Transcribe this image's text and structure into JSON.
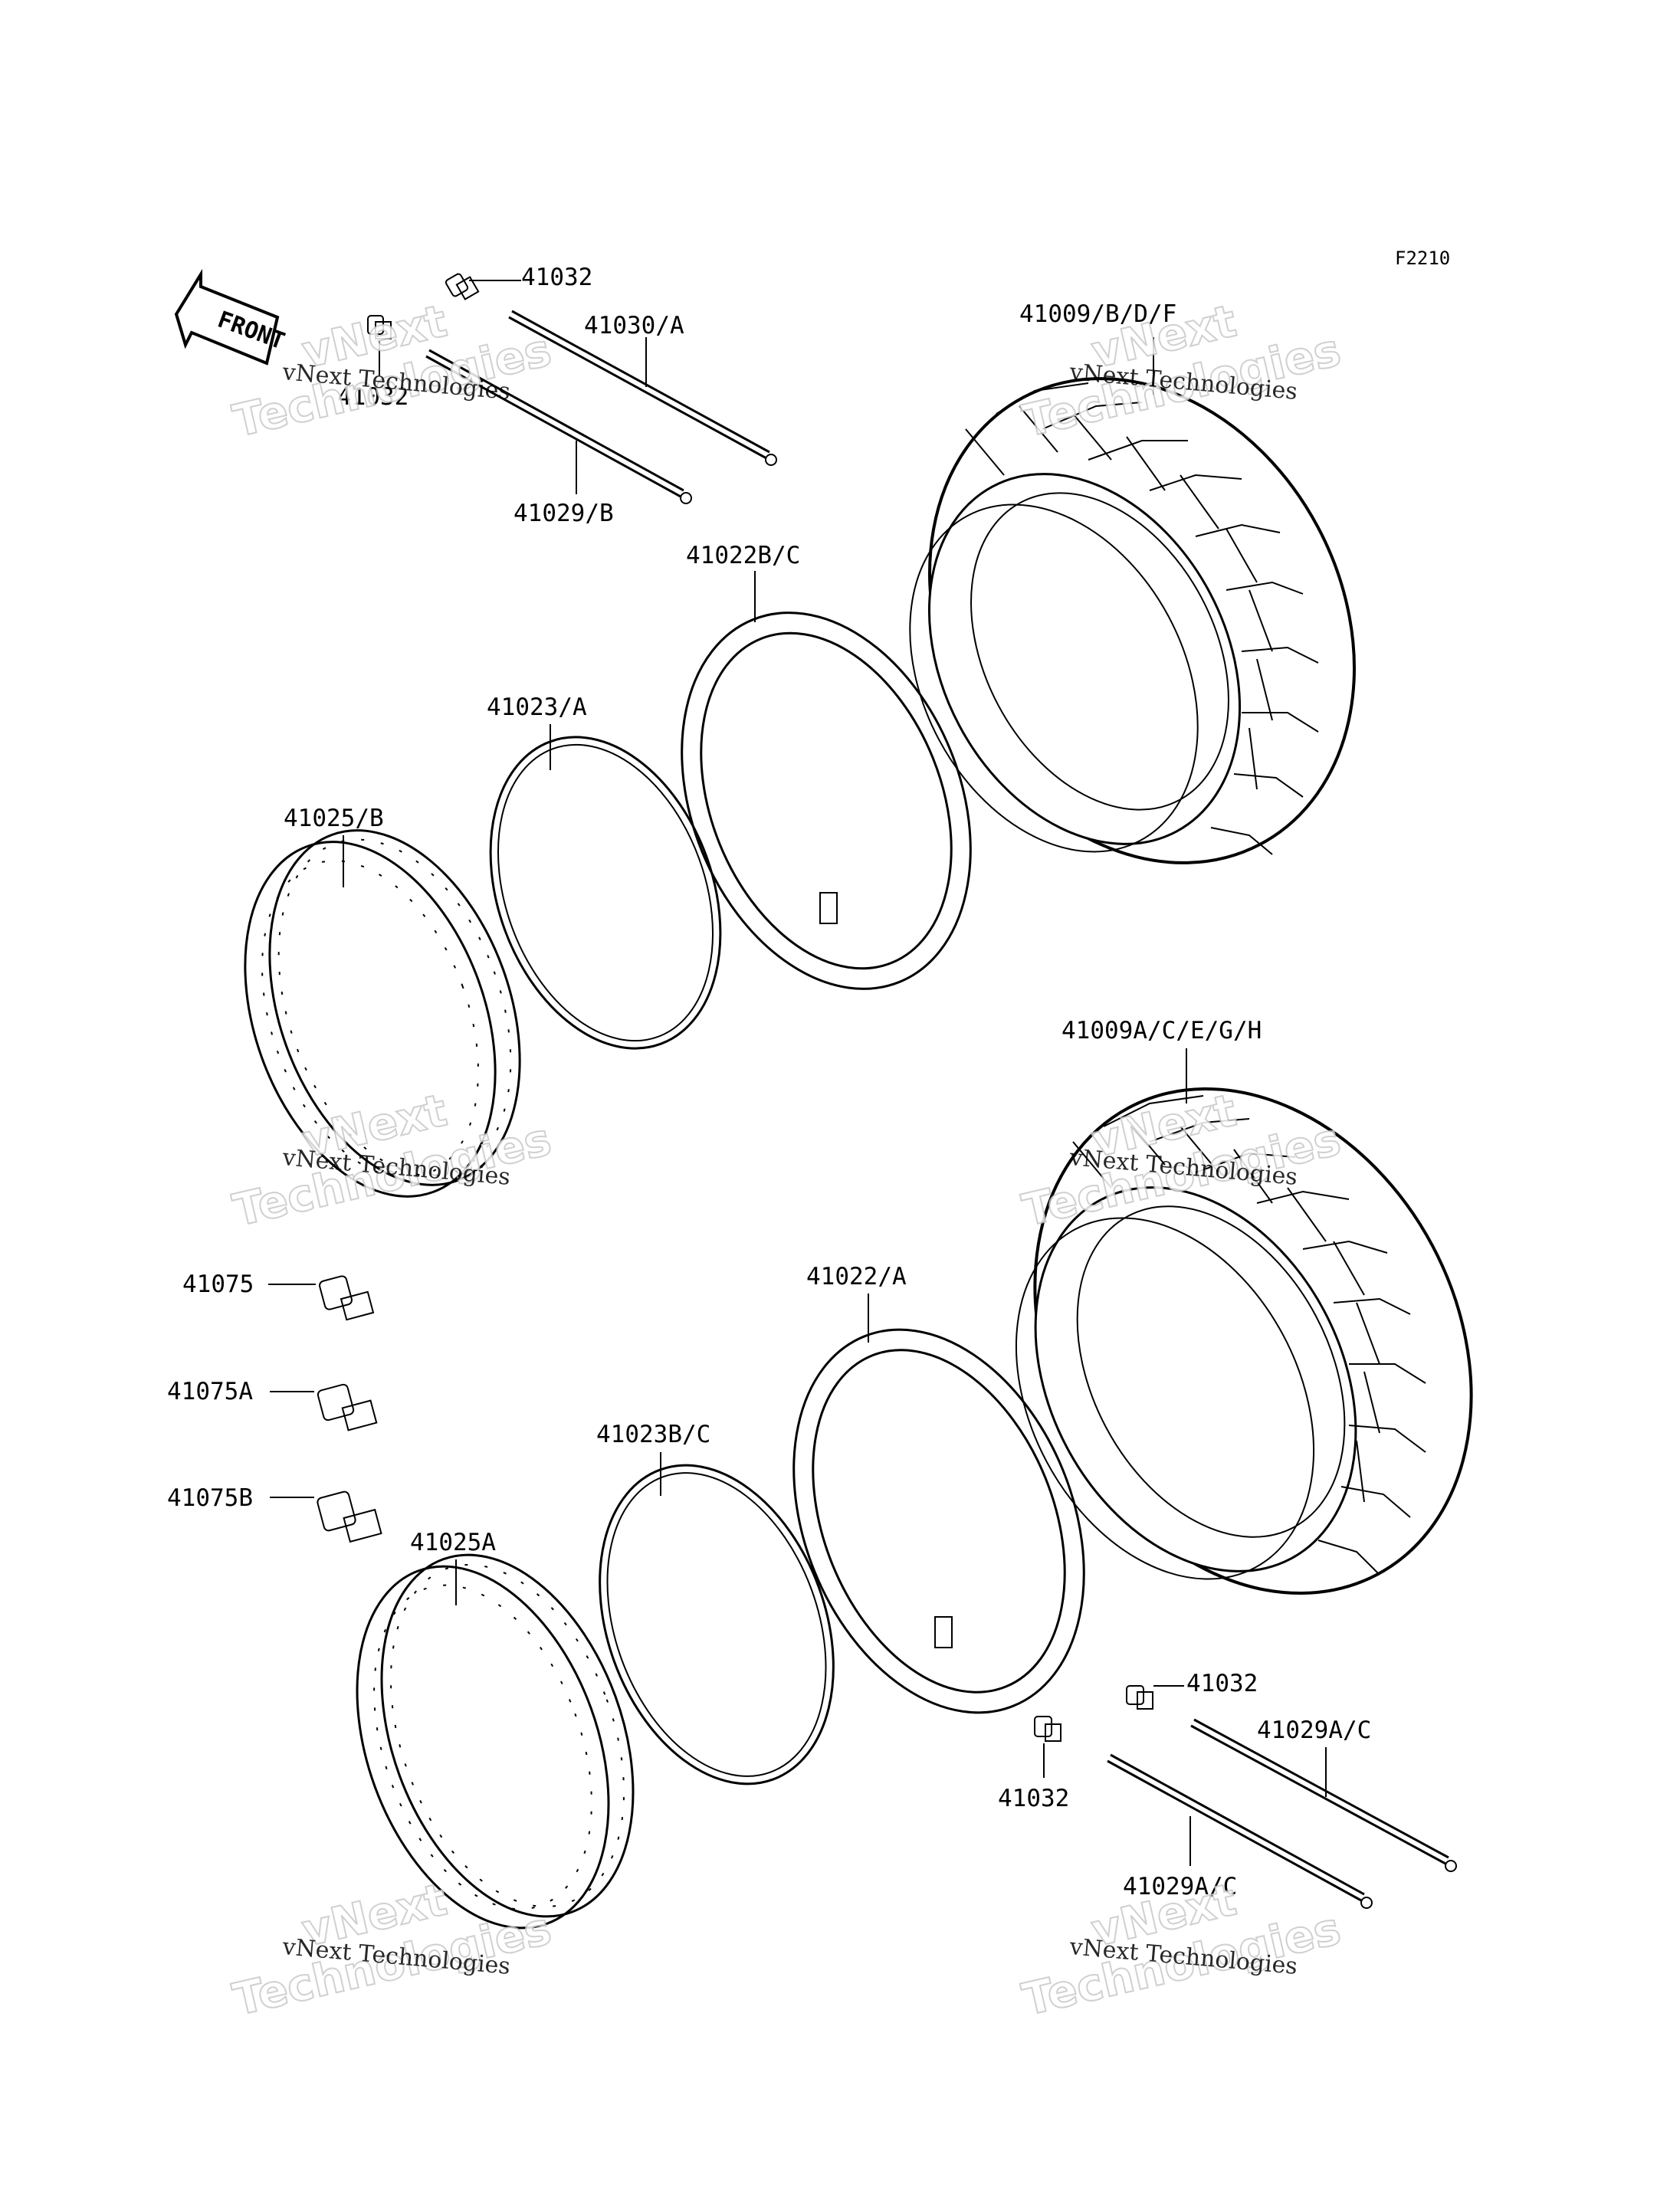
{
  "diagram": {
    "code": "F2210",
    "front_label": "FRONT",
    "watermark": {
      "line1": "vNext Technologies",
      "line2": "vNext",
      "line3": "Technologies"
    },
    "parts": {
      "p41032_tl": "41032",
      "p41032_tl2": "41032",
      "p41030": "41030/A",
      "p41029b": "41029/B",
      "p41009_upper": "41009/B/D/F",
      "p41022bc": "41022B/C",
      "p41023a": "41023/A",
      "p41025b": "41025/B",
      "p41009_lower": "41009A/C/E/G/H",
      "p41022a": "41022/A",
      "p41075": "41075",
      "p41075a": "41075A",
      "p41075b": "41075B",
      "p41023bc": "41023B/C",
      "p41025a": "41025A",
      "p41032_br": "41032",
      "p41032_br2": "41032",
      "p41029ac_1": "41029A/C",
      "p41029ac_2": "41029A/C"
    }
  }
}
